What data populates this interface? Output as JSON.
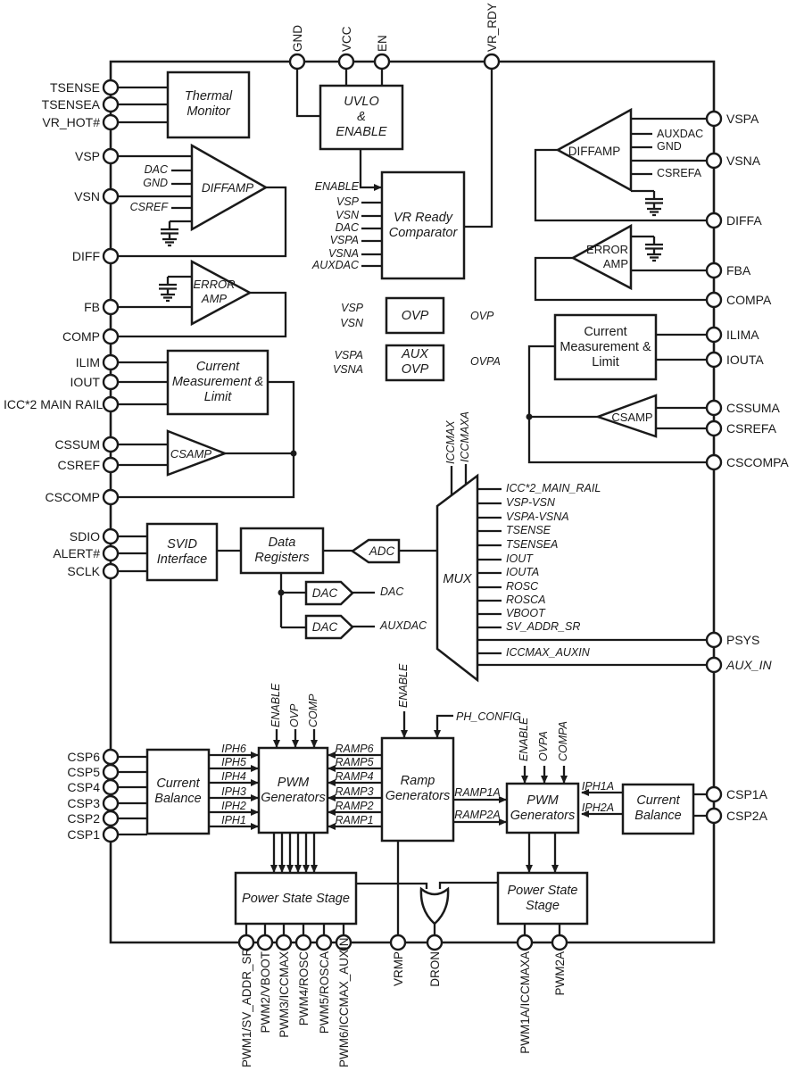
{
  "colors": {
    "line": "#1a1a1a",
    "background": "#ffffff"
  },
  "pins": {
    "top": [
      "GND",
      "VCC",
      "EN",
      "VR_RDY"
    ],
    "left": [
      "TSENSE",
      "TSENSEA",
      "VR_HOT#",
      "VSP",
      "VSN",
      "DIFF",
      "FB",
      "COMP",
      "ILIM",
      "IOUT",
      "ICC*2 MAIN RAIL",
      "CSSUM",
      "CSREF",
      "CSCOMP",
      "SDIO",
      "ALERT#",
      "SCLK",
      "CSP6",
      "CSP5",
      "CSP4",
      "CSP3",
      "CSP2",
      "CSP1"
    ],
    "right": [
      "VSPA",
      "VSNA",
      "DIFFA",
      "FBA",
      "COMPA",
      "ILIMA",
      "IOUTA",
      "CSSUMA",
      "CSREFA",
      "CSCOMPA",
      "PSYS",
      "AUX_IN",
      "CSP1A",
      "CSP2A"
    ],
    "bottom": [
      "PWM1/SV_ADDR_SR",
      "PWM2/VBOOT",
      "PWM3/ICCMAX",
      "PWM4/ROSC",
      "PWM5/ROSCA",
      "PWM6/ICCMAX_AUXIN",
      "VRMP",
      "DRON",
      "PWM1A/ICCMAXA",
      "PWM2A"
    ]
  },
  "blocks": {
    "thermal_monitor": "Thermal\nMonitor",
    "uvlo_enable": "UVLO\n&\nENABLE",
    "vr_ready_comparator": "VR Ready\nComparator",
    "ovp": "OVP",
    "aux_ovp": "AUX\nOVP",
    "current_measurement_left": "Current\nMeasurement &\nLimit",
    "current_measurement_right": "Current\nMeasurement &\nLimit",
    "svid_interface": "SVID\nInterface",
    "data_registers": "Data\nRegisters",
    "adc": "ADC",
    "dac_upper": "DAC",
    "dac_lower": "DAC",
    "mux": "MUX",
    "diffamp_left": "DIFFAMP",
    "error_amp_left": "ERROR\nAMP",
    "csamp_left": "CSAMP",
    "diffamp_right": "DIFFAMP",
    "error_amp_right": "ERROR\nAMP",
    "csamp_right": "CSAMP",
    "current_balance_left": "Current\nBalance",
    "pwm_generators_left": "PWM\nGenerators",
    "ramp_generators": "Ramp\nGenerators",
    "pwm_generators_right": "PWM\nGenerators",
    "current_balance_right": "Current\nBalance",
    "power_state_stage_left": "Power State Stage",
    "power_state_stage_right": "Power State\nStage"
  },
  "signals": {
    "diffamp_left_inputs": [
      "DAC",
      "GND",
      "CSREF"
    ],
    "diffamp_right_inputs": [
      "AUXDAC",
      "GND",
      "CSREFA"
    ],
    "vr_ready_inputs": [
      "ENABLE",
      "VSP",
      "VSN",
      "DAC",
      "VSPA",
      "VSNA",
      "AUXDAC"
    ],
    "ovp_inputs": [
      "VSP",
      "VSN"
    ],
    "ovp_output": "OVP",
    "aux_ovp_inputs": [
      "VSPA",
      "VSNA"
    ],
    "aux_ovp_output": "OVPA",
    "dac_outputs": [
      "DAC",
      "AUXDAC"
    ],
    "mux_top_inputs": [
      "ICCMAX",
      "ICCMAXA"
    ],
    "mux_inputs": [
      "ICC*2_MAIN_RAIL",
      "VSP-VSN",
      "VSPA-VSNA",
      "TSENSE",
      "TSENSEA",
      "IOUT",
      "IOUTA",
      "ROSC",
      "ROSCA",
      "VBOOT",
      "SV_ADDR_SR",
      "ICCMAX_AUXIN"
    ],
    "pwm_left_top": [
      "ENABLE",
      "OVP",
      "COMP"
    ],
    "iph_left": [
      "IPH6",
      "IPH5",
      "IPH4",
      "IPH3",
      "IPH2",
      "IPH1"
    ],
    "ramp_left": [
      "RAMP6",
      "RAMP5",
      "RAMP4",
      "RAMP3",
      "RAMP2",
      "RAMP1"
    ],
    "ramp_gen_top": [
      "ENABLE",
      "PH_CONFIG"
    ],
    "ramp_a_outputs": [
      "RAMP1A",
      "RAMP2A"
    ],
    "pwm_right_top": [
      "ENABLE",
      "OVPA",
      "COMPA"
    ],
    "iph_a_inputs": [
      "IPH1A",
      "IPH2A"
    ]
  }
}
